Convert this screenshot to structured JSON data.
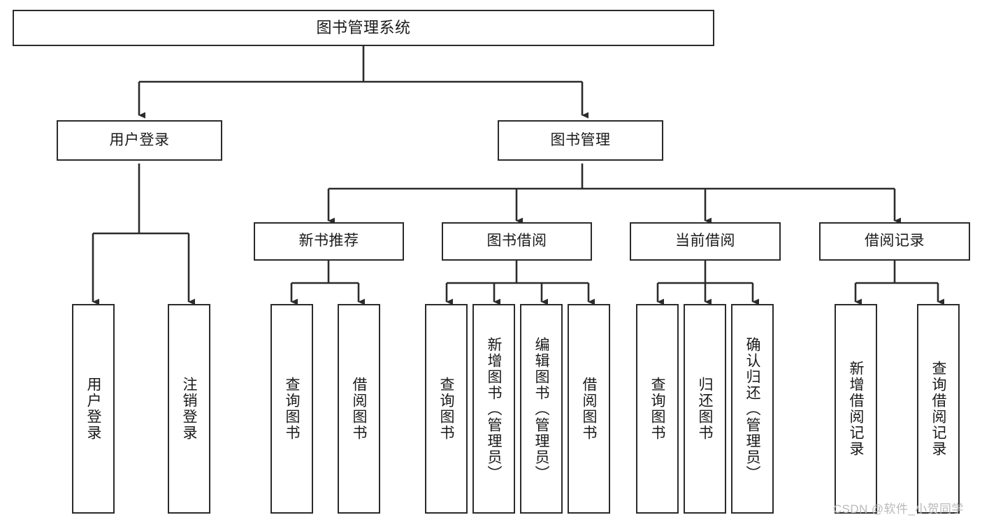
{
  "diagram": {
    "title": "图书管理系统",
    "type": "functional-structure-tree",
    "watermark": "CSDN @软件_小贺同学",
    "colors": {
      "stroke": "#2b2b2b",
      "fill": "#ffffff",
      "text": "#1a1a1a",
      "watermark": "#b9b9b9"
    },
    "levels": {
      "root": {
        "label": "图书管理系统"
      },
      "level2": [
        {
          "id": "user-login",
          "label": "用户登录"
        },
        {
          "id": "book-management",
          "label": "图书管理"
        }
      ],
      "level3": [
        {
          "id": "new-book-recommend",
          "label": "新书推荐",
          "parent": "book-management"
        },
        {
          "id": "book-borrow",
          "label": "图书借阅",
          "parent": "book-management"
        },
        {
          "id": "current-borrow",
          "label": "当前借阅",
          "parent": "book-management"
        },
        {
          "id": "borrow-record",
          "label": "借阅记录",
          "parent": "book-management"
        }
      ],
      "leaves": [
        {
          "id": "leaf-user-login",
          "label": "用户登录",
          "parent": "user-login"
        },
        {
          "id": "leaf-logout-login",
          "label": "注销登录",
          "parent": "user-login"
        },
        {
          "id": "leaf-query-book-1",
          "label": "查询图书",
          "parent": "new-book-recommend"
        },
        {
          "id": "leaf-borrow-book-1",
          "label": "借阅图书",
          "parent": "new-book-recommend"
        },
        {
          "id": "leaf-query-book-2",
          "label": "查询图书",
          "parent": "book-borrow"
        },
        {
          "id": "leaf-add-book",
          "label": "新增图书（管理员）",
          "parent": "book-borrow"
        },
        {
          "id": "leaf-edit-book",
          "label": "编辑图书（管理员）",
          "parent": "book-borrow"
        },
        {
          "id": "leaf-borrow-book-2",
          "label": "借阅图书",
          "parent": "book-borrow"
        },
        {
          "id": "leaf-query-book-3",
          "label": "查询图书",
          "parent": "current-borrow"
        },
        {
          "id": "leaf-return-book",
          "label": "归还图书",
          "parent": "current-borrow"
        },
        {
          "id": "leaf-confirm-return",
          "label": "确认归还（管理员）",
          "parent": "current-borrow"
        },
        {
          "id": "leaf-add-record",
          "label": "新增借阅记录",
          "parent": "borrow-record"
        },
        {
          "id": "leaf-query-record",
          "label": "查询借阅记录",
          "parent": "borrow-record"
        }
      ]
    }
  }
}
